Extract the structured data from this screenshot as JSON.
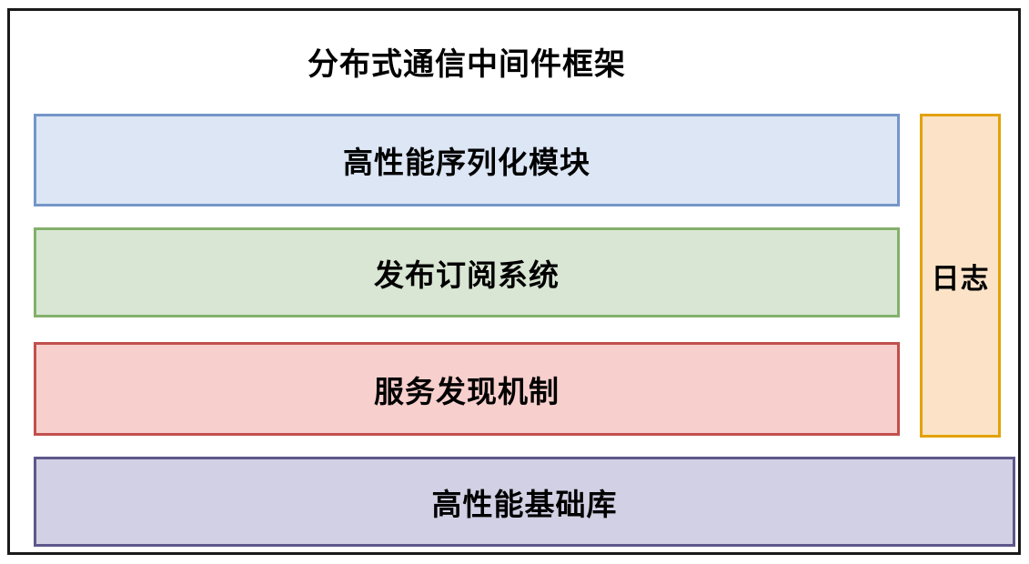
{
  "diagram": {
    "title": "分布式通信中间件框架",
    "background_color": "#ffffff",
    "frame_border_color": "#1a1a1a",
    "layers": [
      {
        "id": "serialization",
        "label": "高性能序列化模块",
        "fill_color": "#dce6f5",
        "border_color": "#7596c8"
      },
      {
        "id": "pubsub",
        "label": "发布订阅系统",
        "fill_color": "#d8e6d3",
        "border_color": "#83b06b"
      },
      {
        "id": "discovery",
        "label": "服务发现机制",
        "fill_color": "#f7cfcd",
        "border_color": "#c1504d"
      },
      {
        "id": "baselib",
        "label": "高性能基础库",
        "fill_color": "#d2d0e4",
        "border_color": "#5d578b"
      },
      {
        "id": "logging",
        "label": "日志",
        "fill_color": "#fce3c8",
        "border_color": "#e2a208"
      }
    ]
  }
}
